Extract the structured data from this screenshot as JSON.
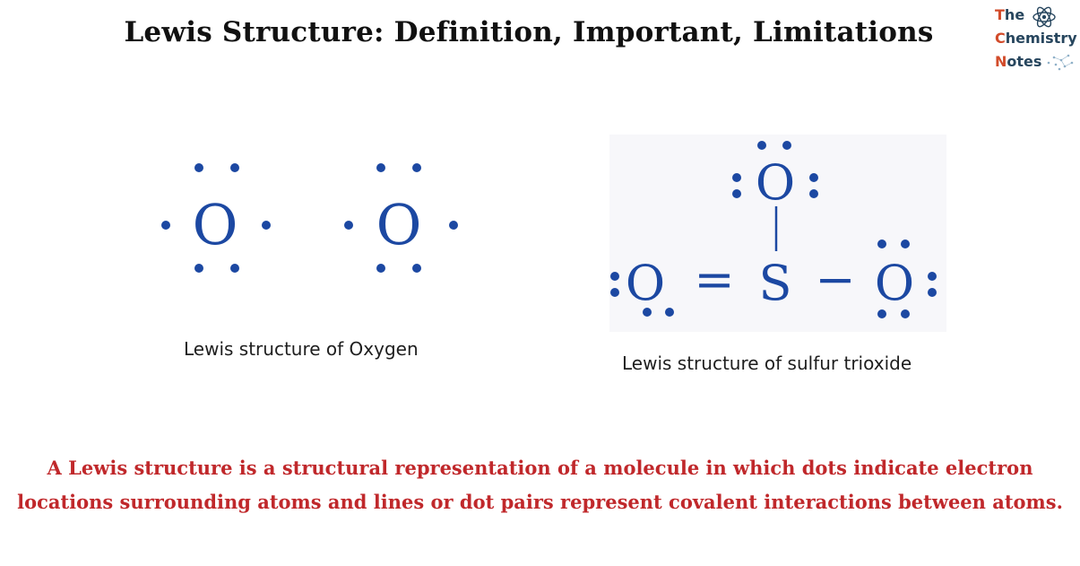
{
  "title": "Lewis Structure: Definition, Important, Limitations",
  "logo": {
    "line1_first": "T",
    "line1_rest": "he",
    "line2_first": "C",
    "line2_rest": "hemistry",
    "line3_first": "N",
    "line3_rest": "otes",
    "icon": "atom-icon"
  },
  "diagrams": {
    "oxygen": {
      "atoms": [
        "O",
        "O"
      ],
      "caption": "Lewis structure of Oxygen"
    },
    "sulfur_trioxide": {
      "atoms": [
        "O",
        "O",
        "S",
        "O"
      ],
      "bonds": [
        "=",
        "−",
        "|"
      ],
      "caption": "Lewis structure of sulfur trioxide"
    }
  },
  "definition": "A Lewis structure is a structural representation of a molecule in which dots indicate electron locations surrounding atoms and lines or dot pairs represent covalent interactions between atoms.",
  "colors": {
    "title": "#111111",
    "structure": "#1c48a2",
    "definition": "#c0282b",
    "logo_accent": "#d24b2a",
    "logo_text": "#27465e"
  }
}
